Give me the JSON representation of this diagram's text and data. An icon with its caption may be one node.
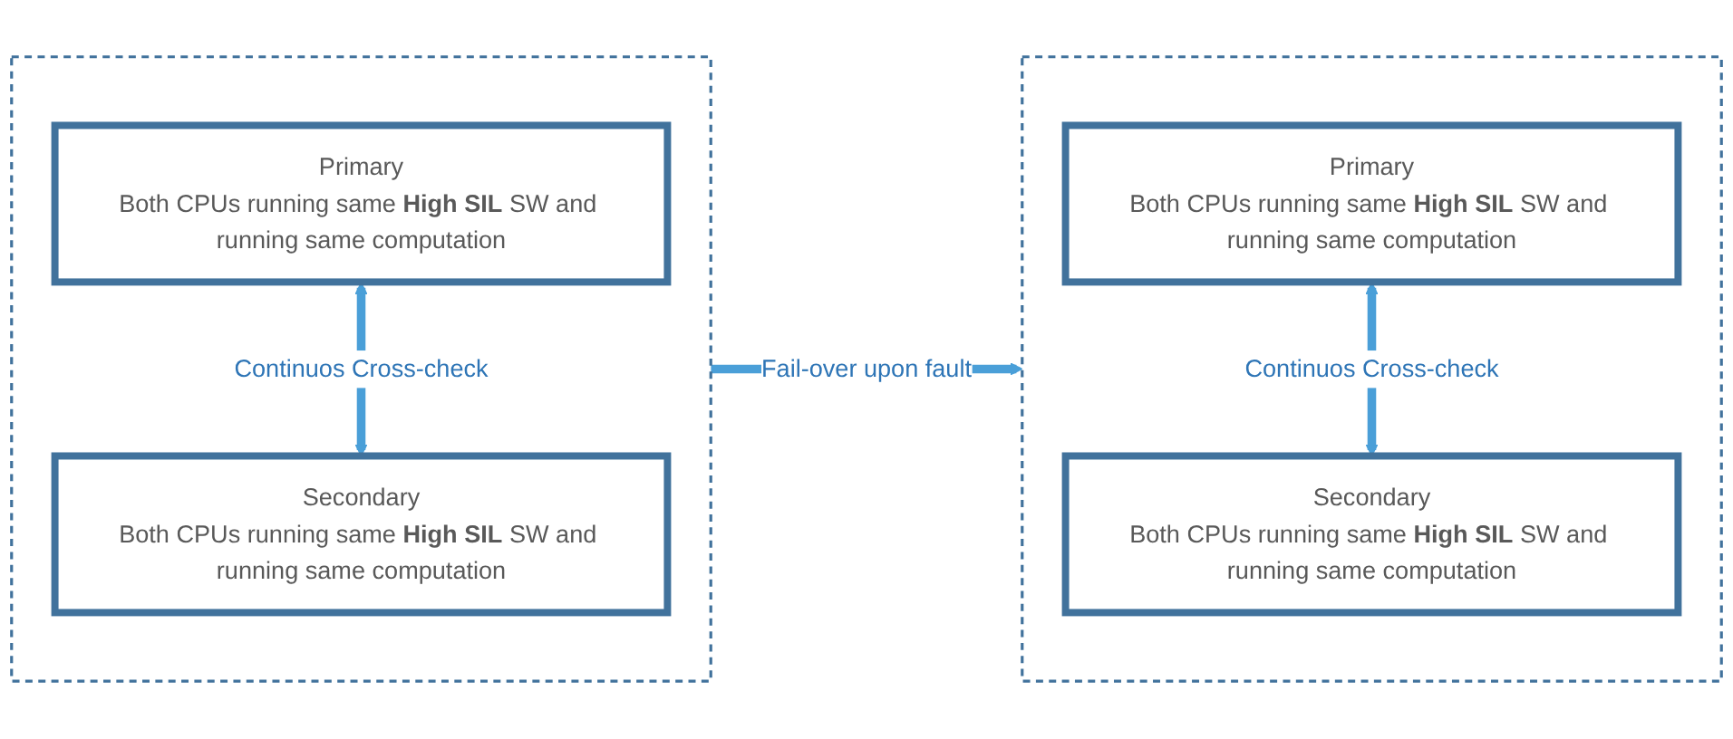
{
  "diagram": {
    "nodes": [
      {
        "text": [],
        "shape": "box"
      },
      {
        "text": [
          "Primary",
          "Both CPUs running same **High SIL** SW and running same computation"
        ],
        "in": 0
      },
      {
        "text": [
          "Secondary",
          "Both CPUs running same **High SIL** SW and running same computation"
        ],
        "in": 0
      },
      {
        "text": [],
        "shape": "box"
      },
      {
        "text": [
          "Primary",
          "Both CPUs running same **High SIL** SW and running same computation"
        ],
        "in": 3
      },
      {
        "text": [
          "Secondary",
          "Both CPUs running same **High SIL** SW and running same computation"
        ],
        "in": 3
      }
    ],
    "edges": [
      {
        "from": 1,
        "to": 2,
        "arrow": "both",
        "label": "Continuos Cross-check"
      },
      {
        "from": 4,
        "to": 5,
        "arrow": "both",
        "label": "Continuos Cross-check"
      },
      {
        "from": 0,
        "to": 3,
        "arrow": "to",
        "label": "Fail-over upon fault"
      }
    ]
  }
}
